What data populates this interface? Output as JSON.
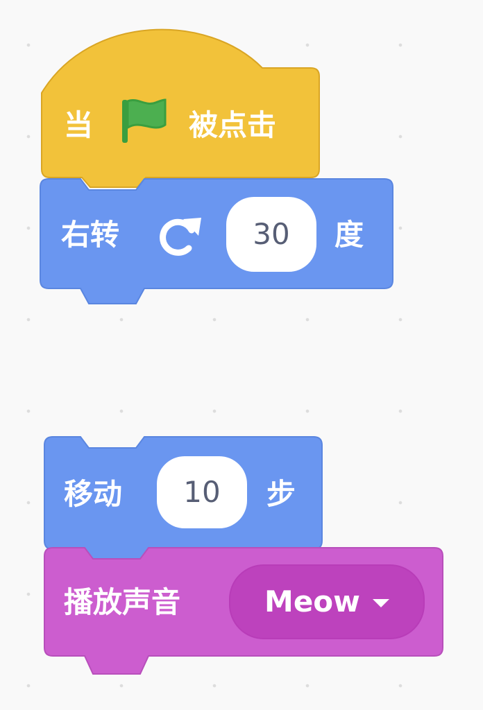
{
  "blocks": {
    "when_flag": {
      "prefix": "当",
      "suffix": "被点击",
      "icon": "green-flag-icon",
      "color": "#f2c23a"
    },
    "turn_right": {
      "label": "右转",
      "icon": "rotate-clockwise-icon",
      "value": "30",
      "unit": "度",
      "color": "#6a96f0"
    },
    "move": {
      "label": "移动",
      "value": "10",
      "unit": "步",
      "color": "#6a96f0"
    },
    "play_sound": {
      "label": "播放声音",
      "sound": "Meow",
      "dropdown_icon": "caret-down-icon",
      "color": "#cc5dcf"
    }
  }
}
